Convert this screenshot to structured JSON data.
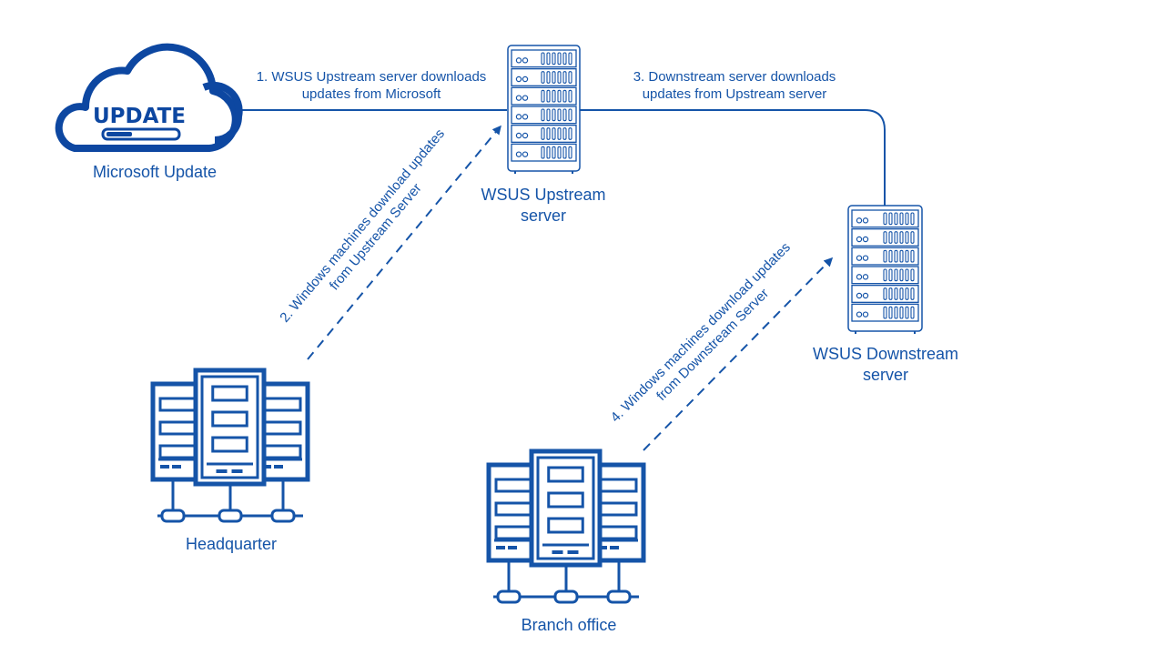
{
  "colors": {
    "primary": "#1554a8",
    "dark": "#0d47a1",
    "background": "#ffffff"
  },
  "nodes": {
    "microsoft_update": {
      "label": "Microsoft Update",
      "badge_text": "UPDATE",
      "icon": "cloud-update-icon"
    },
    "upstream": {
      "label": "WSUS Upstream\nserver",
      "icon": "server-rack-icon"
    },
    "downstream": {
      "label": "WSUS Downstream\nserver",
      "icon": "server-rack-icon"
    },
    "headquarter": {
      "label": "Headquarter",
      "icon": "server-cluster-icon"
    },
    "branch_office": {
      "label": "Branch office",
      "icon": "server-cluster-icon"
    }
  },
  "edges": {
    "step1": "1. WSUS Upstream server downloads\nupdates from Microsoft",
    "step2": "2. Windows machines download updates\nfrom Upstream Server",
    "step3": "3. Downstream server downloads\nupdates from Upstream server",
    "step4": "4. Windows machines download updates\nfrom Downstream Server"
  }
}
